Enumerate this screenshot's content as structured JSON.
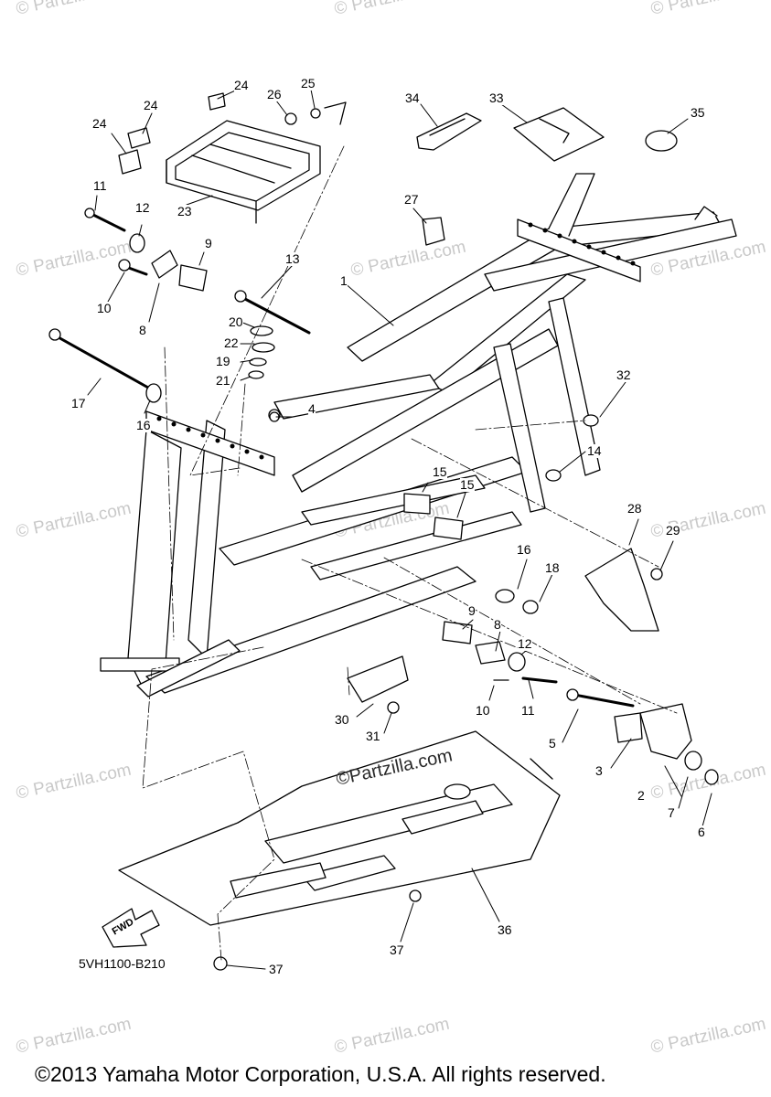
{
  "diagram": {
    "part_number": "5VH1100-B210",
    "direction_label": "FWD",
    "copyright": "©2013 Yamaha Motor Corporation, U.S.A. All rights reserved.",
    "watermark": "© Partzilla.com",
    "center_watermark": "©Partzilla.com"
  },
  "callouts": [
    {
      "id": "c1",
      "label": "1"
    },
    {
      "id": "c2",
      "label": "2"
    },
    {
      "id": "c3",
      "label": "3"
    },
    {
      "id": "c4",
      "label": "4"
    },
    {
      "id": "c5",
      "label": "5"
    },
    {
      "id": "c6",
      "label": "6"
    },
    {
      "id": "c7",
      "label": "7"
    },
    {
      "id": "c8a",
      "label": "8"
    },
    {
      "id": "c8b",
      "label": "8"
    },
    {
      "id": "c9a",
      "label": "9"
    },
    {
      "id": "c9b",
      "label": "9"
    },
    {
      "id": "c10a",
      "label": "10"
    },
    {
      "id": "c10b",
      "label": "10"
    },
    {
      "id": "c11a",
      "label": "11"
    },
    {
      "id": "c11b",
      "label": "11"
    },
    {
      "id": "c12a",
      "label": "12"
    },
    {
      "id": "c12b",
      "label": "12"
    },
    {
      "id": "c13",
      "label": "13"
    },
    {
      "id": "c14",
      "label": "14"
    },
    {
      "id": "c15a",
      "label": "15"
    },
    {
      "id": "c15b",
      "label": "15"
    },
    {
      "id": "c16a",
      "label": "16"
    },
    {
      "id": "c16b",
      "label": "16"
    },
    {
      "id": "c17",
      "label": "17"
    },
    {
      "id": "c18",
      "label": "18"
    },
    {
      "id": "c19",
      "label": "19"
    },
    {
      "id": "c20",
      "label": "20"
    },
    {
      "id": "c21",
      "label": "21"
    },
    {
      "id": "c22",
      "label": "22"
    },
    {
      "id": "c23",
      "label": "23"
    },
    {
      "id": "c24a",
      "label": "24"
    },
    {
      "id": "c24b",
      "label": "24"
    },
    {
      "id": "c24c",
      "label": "24"
    },
    {
      "id": "c25",
      "label": "25"
    },
    {
      "id": "c26",
      "label": "26"
    },
    {
      "id": "c27",
      "label": "27"
    },
    {
      "id": "c28",
      "label": "28"
    },
    {
      "id": "c29",
      "label": "29"
    },
    {
      "id": "c30",
      "label": "30"
    },
    {
      "id": "c31",
      "label": "31"
    },
    {
      "id": "c32",
      "label": "32"
    },
    {
      "id": "c33",
      "label": "33"
    },
    {
      "id": "c34",
      "label": "34"
    },
    {
      "id": "c35",
      "label": "35"
    },
    {
      "id": "c36",
      "label": "36"
    },
    {
      "id": "c37a",
      "label": "37"
    },
    {
      "id": "c37b",
      "label": "37"
    }
  ]
}
